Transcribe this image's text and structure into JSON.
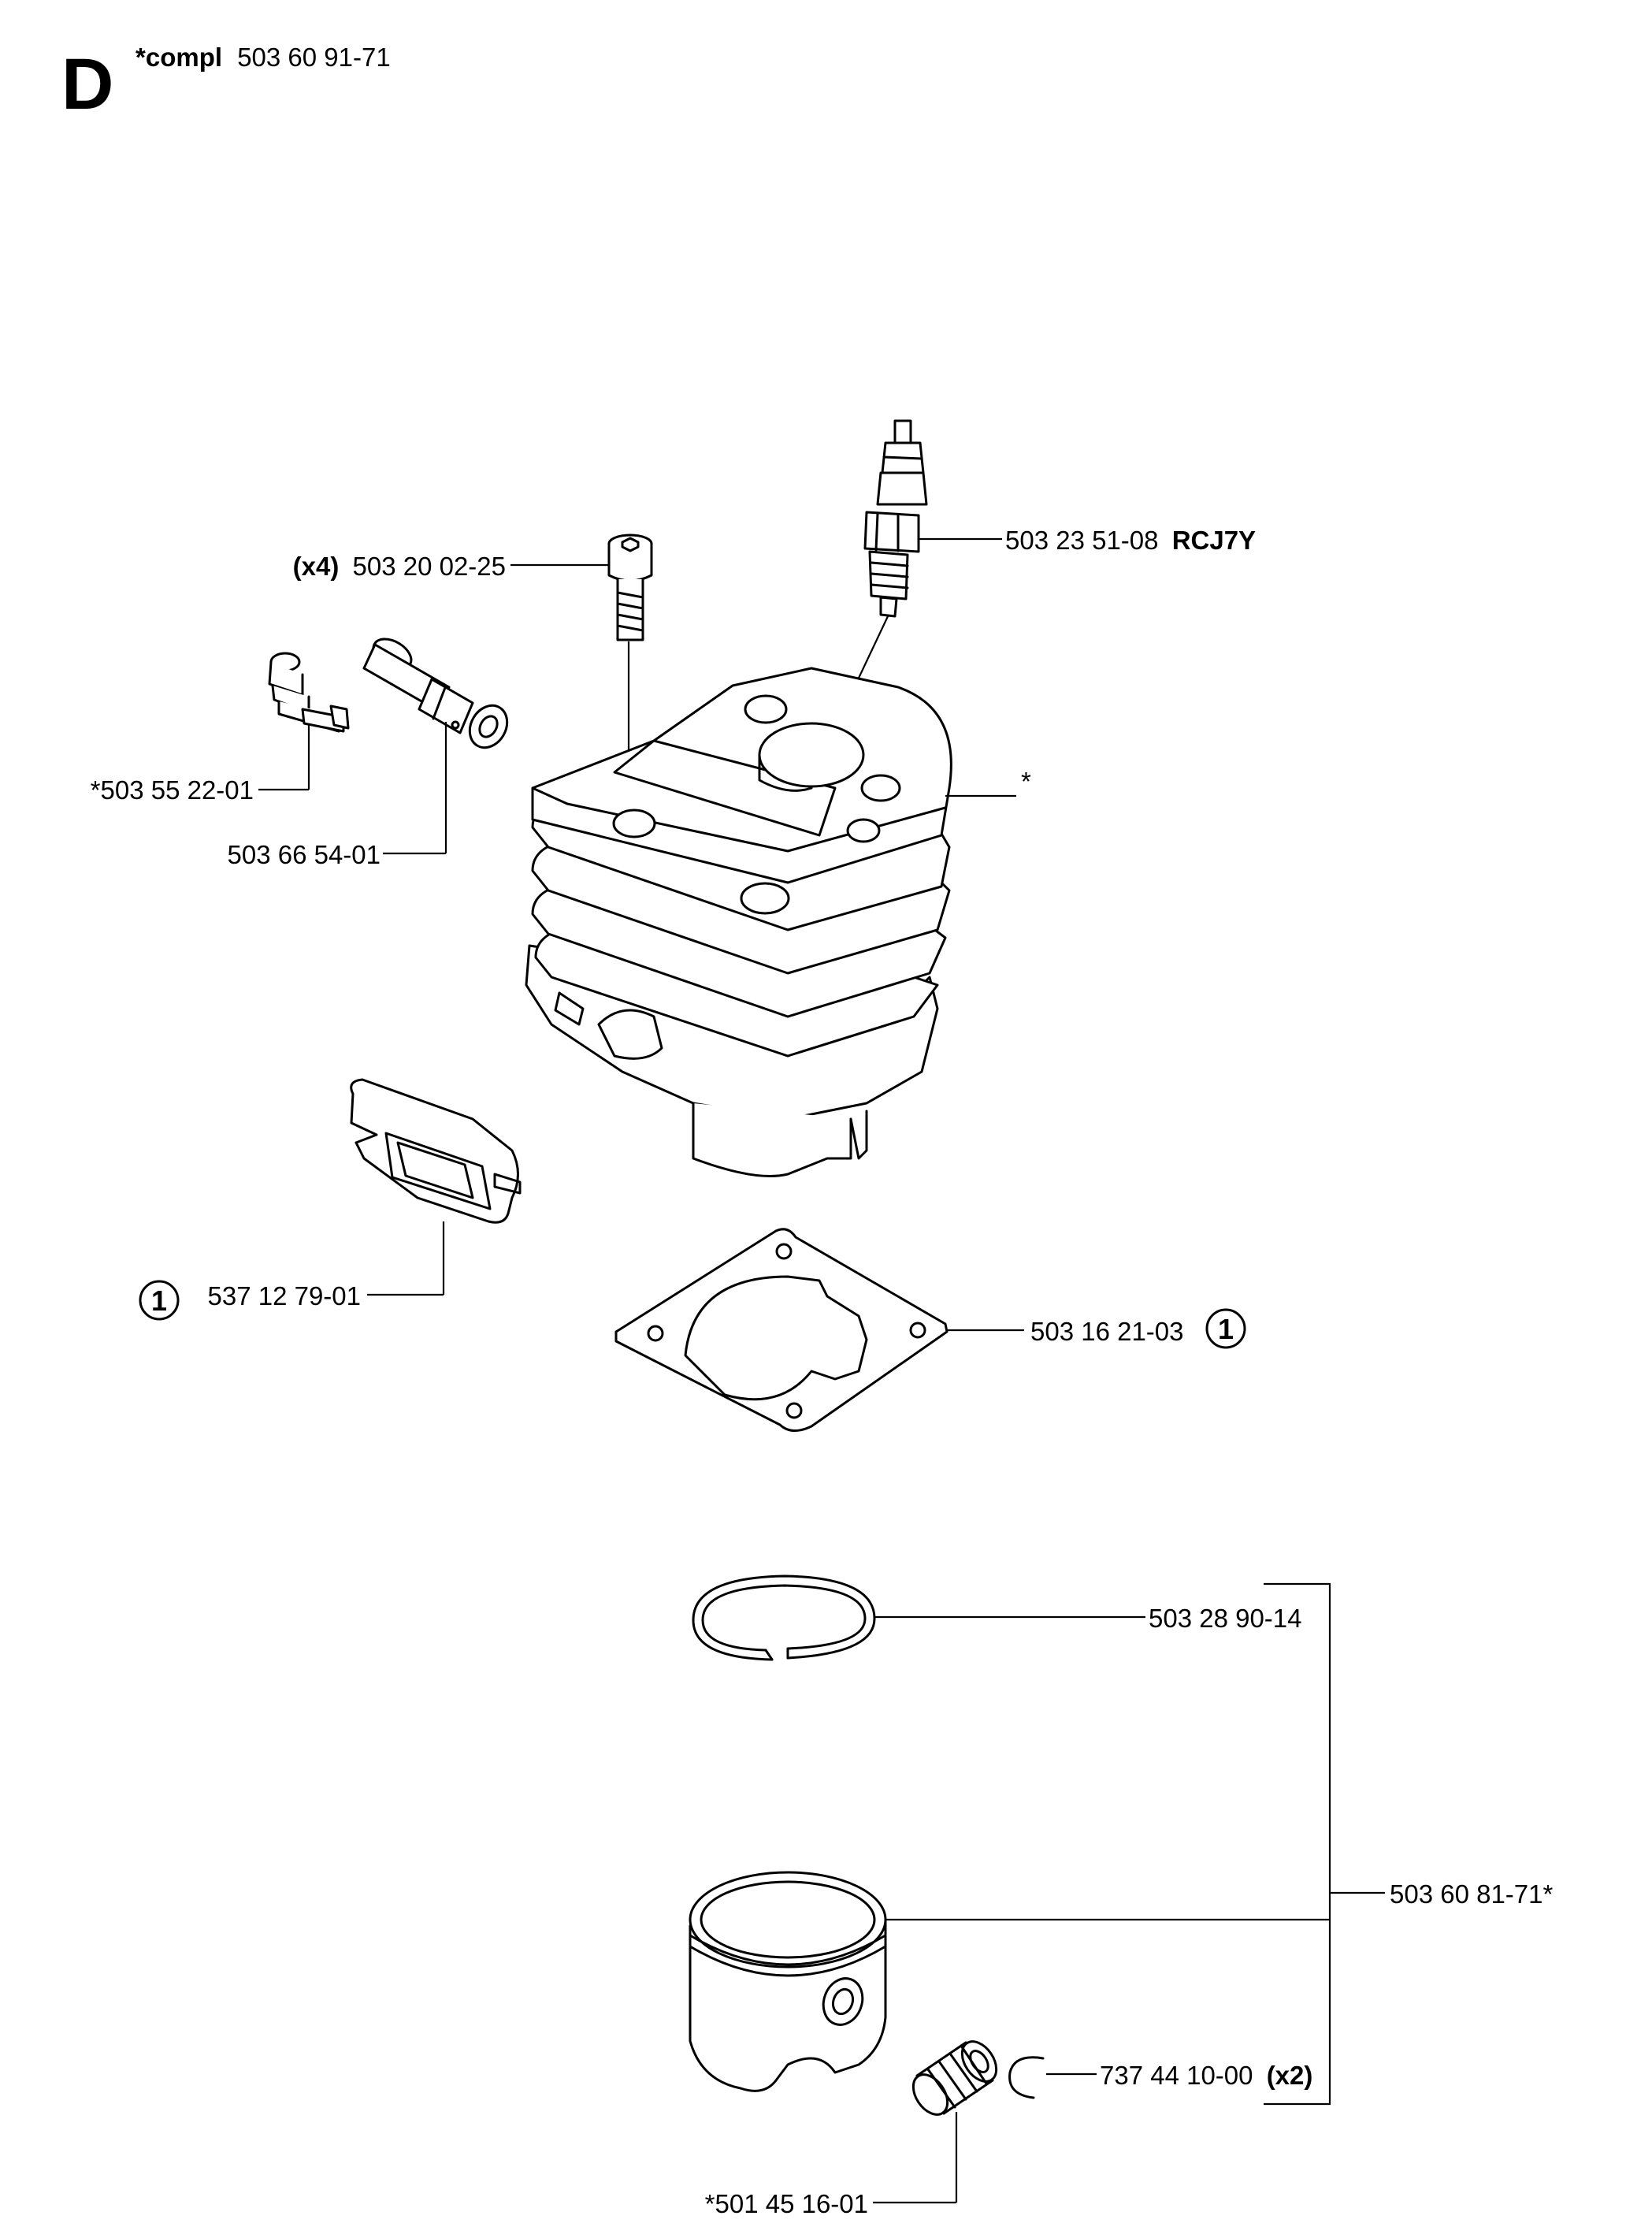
{
  "section": "D",
  "header": {
    "prefix": "*compl",
    "part_number": "503 60 91-71"
  },
  "legend_number": "1",
  "labels": {
    "spark_plug_number": "503 23 51-08",
    "spark_plug_code": "RCJ7Y",
    "screw_qty": "(x4)",
    "screw_number": "503 20 02-25",
    "decomp_valve": "*503 55 22-01",
    "connector": "503 66 54-01",
    "cylinder_star": "*",
    "intake_gasket": "537 12 79-01",
    "base_gasket": "503 16 21-03",
    "piston_ring": "503 28 90-14",
    "piston_kit": "503 60 81-71*",
    "circlip_number": "737 44 10-00",
    "circlip_qty": "(x2)",
    "needle_bearing": "*501 45 16-01"
  },
  "icons": [
    "hex-socket-screw-icon",
    "spark-plug-icon",
    "cylinder-icon",
    "gasket-icon",
    "piston-icon",
    "piston-ring-icon",
    "needle-bearing-icon",
    "circlip-icon",
    "decompression-valve-icon",
    "connector-nipple-icon"
  ]
}
